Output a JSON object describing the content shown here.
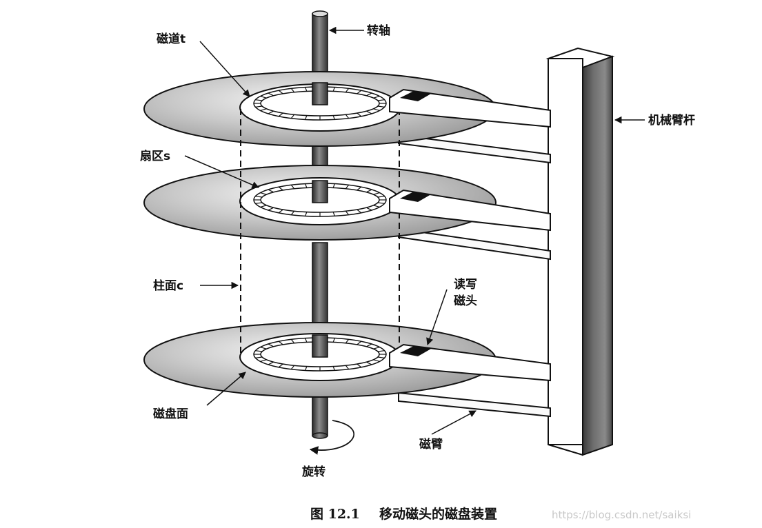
{
  "labels": {
    "spindle": "转轴",
    "track": "磁道t",
    "arm_bar": "机械臂杆",
    "sector": "扇区s",
    "cylinder": "柱面c",
    "head_line1": "读写",
    "head_line2": "磁头",
    "platter_surface": "磁盘面",
    "arm": "磁臂",
    "rotation": "旋转"
  },
  "caption": {
    "number": "图 12.1",
    "text": "移动磁头的磁盘装置"
  },
  "watermark": "https://blog.csdn.net/saiksi"
}
